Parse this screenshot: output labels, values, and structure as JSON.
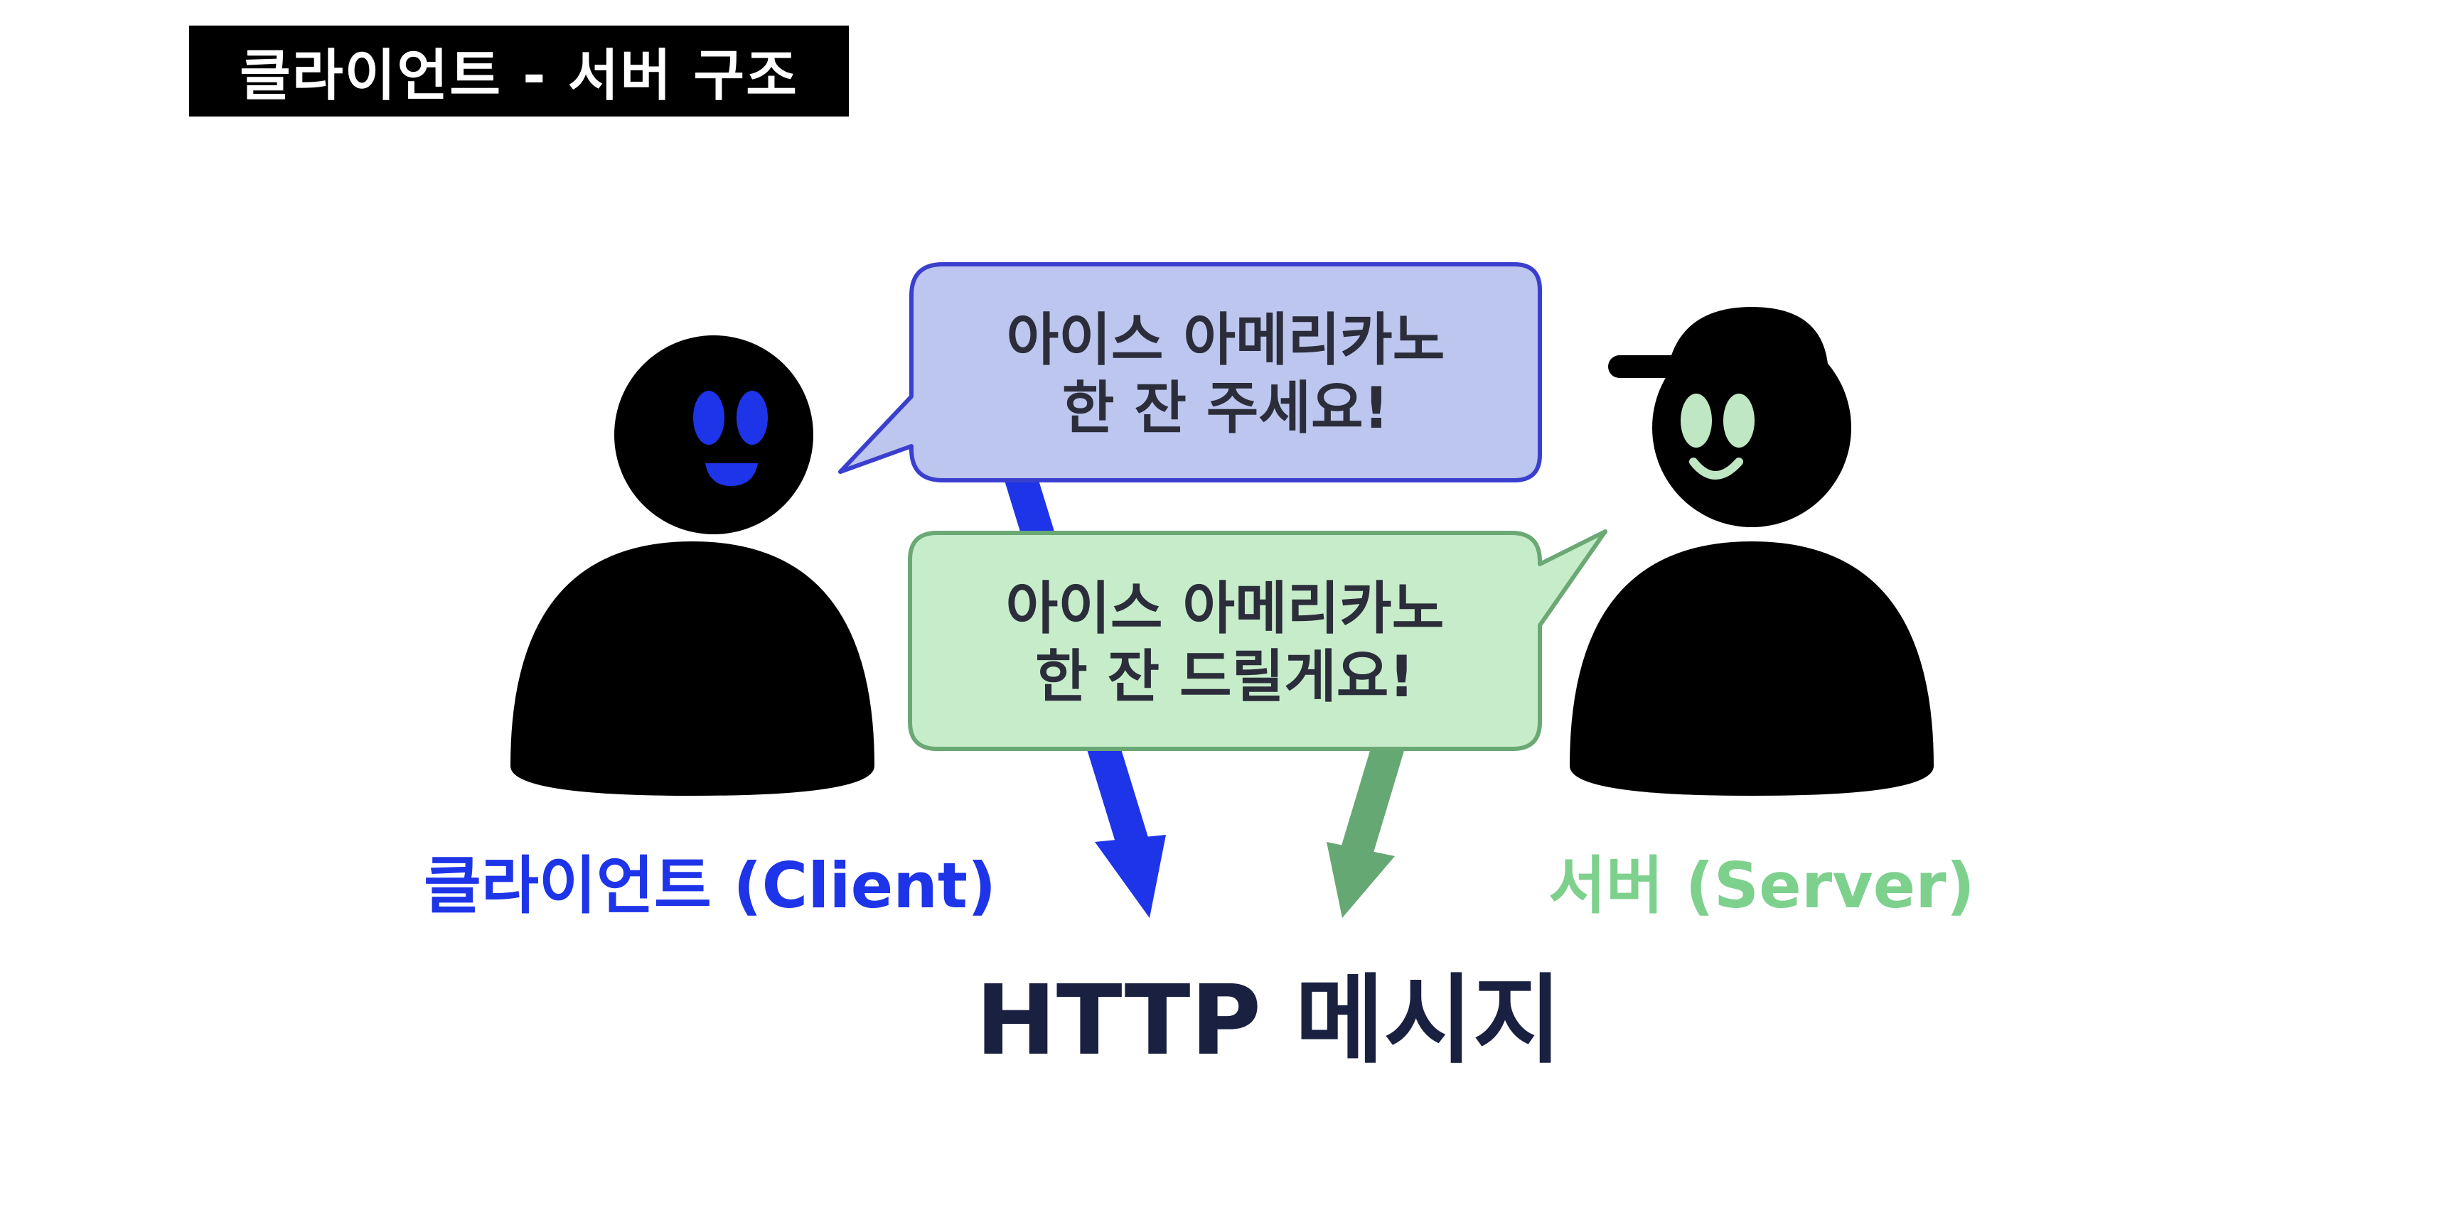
{
  "title": "클라이언트 - 서버 구조",
  "client": {
    "label": "클라이언트 (Client)",
    "color": "#1e34e8"
  },
  "server": {
    "label": "서버 (Server)",
    "color": "#7dd18d"
  },
  "request_bubble": {
    "line1": "아이스 아메리카노",
    "line2": "한 잔 주세요!",
    "fill": "#bcc6ee",
    "stroke": "#3a3fcf"
  },
  "response_bubble": {
    "line1": "아이스 아메리카노",
    "line2": "한 잔 드릴게요!",
    "fill": "#c6ecca",
    "stroke": "#6aa874"
  },
  "message_label": "HTTP 메시지",
  "arrows": {
    "request_color": "#1e34e8",
    "response_color": "#66a874"
  }
}
